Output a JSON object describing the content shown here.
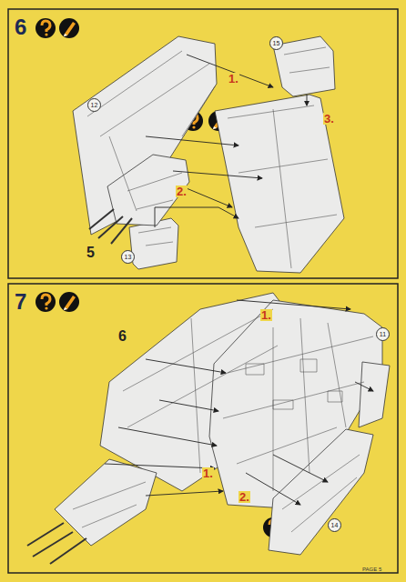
{
  "diagram": {
    "nodes": [
      {
        "text": [
          "12"
        ]
      },
      {
        "text": [
          "15"
        ]
      },
      {
        "text": [
          "13"
        ]
      },
      {
        "text": [
          "11"
        ]
      },
      {
        "text": [
          "14"
        ]
      }
    ],
    "labels": [
      "6",
      "1.",
      "2.",
      "3.",
      "5",
      "7",
      "1.",
      "6",
      "1.",
      "2.",
      "PAGE 5"
    ]
  }
}
